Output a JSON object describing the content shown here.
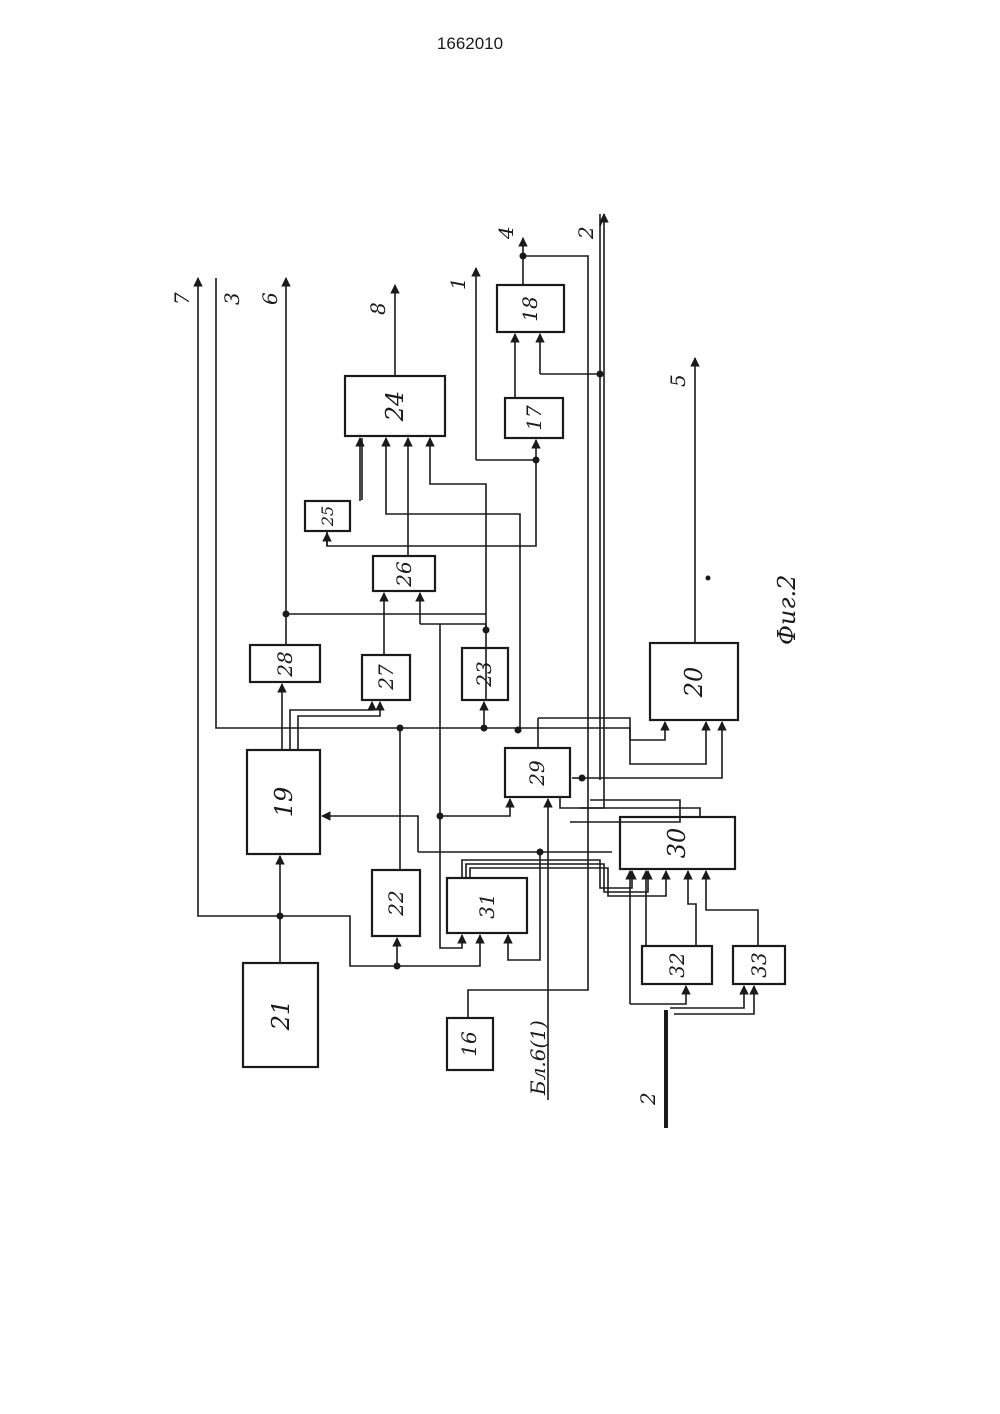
{
  "header": {
    "patent_number": "1662010"
  },
  "blocks": {
    "b16": "16",
    "b17": "17",
    "b18": "18",
    "b19": "19",
    "b20": "20",
    "b21": "21",
    "b22": "22",
    "b23": "23",
    "b24": "24",
    "b25": "25",
    "b26": "26",
    "b27": "27",
    "b28": "28",
    "b29": "29",
    "b30": "30",
    "b31": "31",
    "b32": "32",
    "b33": "33"
  },
  "outputs": {
    "o1": "1",
    "o2": "2",
    "o3": "3",
    "o4": "4",
    "o5": "5",
    "o6": "6",
    "o7": "7",
    "o8": "8"
  },
  "inputs": {
    "bus_in": "2",
    "bl6": "Бл.6(1)"
  },
  "caption": "Фиг.2"
}
